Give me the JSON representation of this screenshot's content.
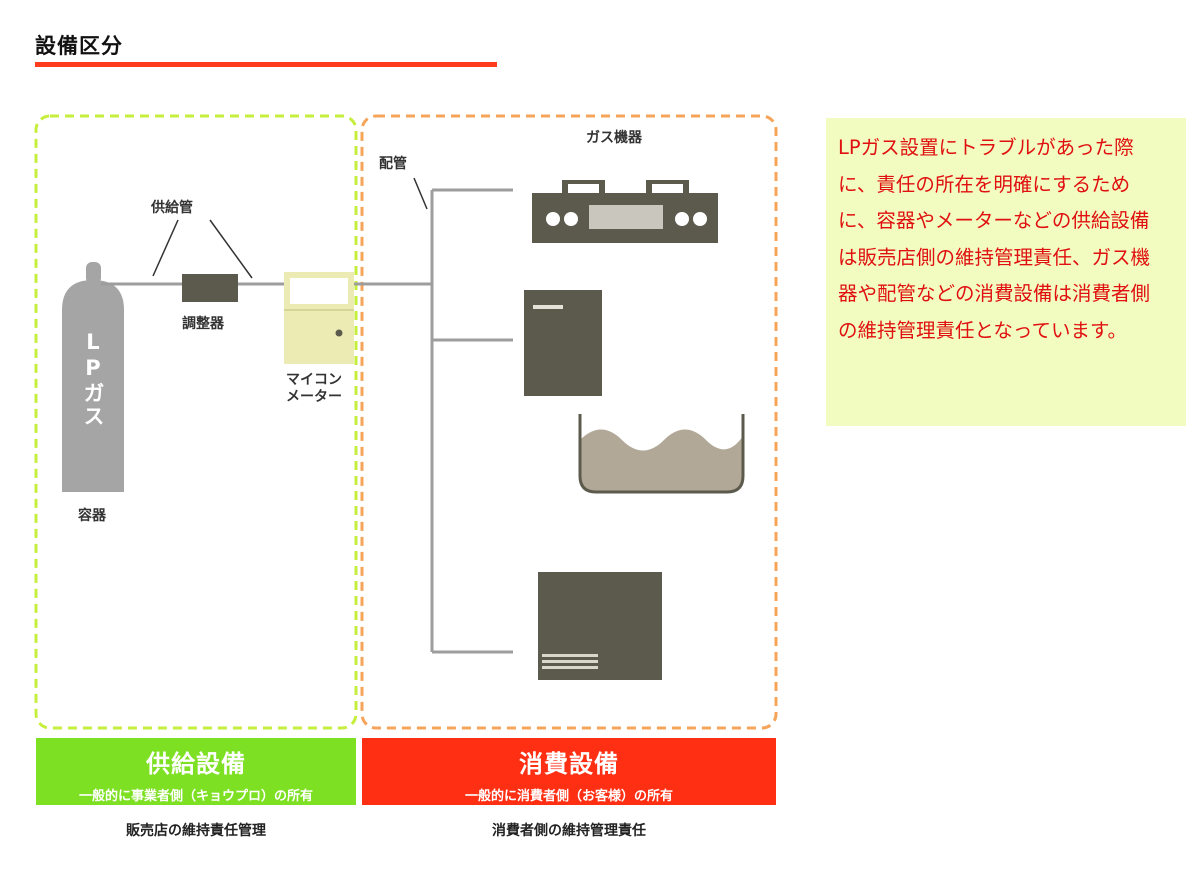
{
  "header": {
    "title": "設備区分",
    "rule_color": "#ff3c1e"
  },
  "diagram": {
    "supply_labels": {
      "supply_pipe": "供給管",
      "regulator": "調整器",
      "meter_line1": "マイコン",
      "meter_line2": "メーター",
      "cylinder_text": "LPガス",
      "container": "容器"
    },
    "consumer_labels": {
      "piping": "配管",
      "gas_appliances": "ガス機器"
    },
    "supply_band": {
      "title": "供給設備",
      "subtitle": "一般的に事業者側（キョウプロ）の所有",
      "caption": "販売店の維持責任管理",
      "color": "#7ee023"
    },
    "consumer_band": {
      "title": "消費設備",
      "subtitle": "一般的に消費者側（お客様）の所有",
      "caption": "消費者側の維持管理責任",
      "color": "#ff2f14"
    },
    "colors": {
      "supply_border": "#c6ee3c",
      "consumer_border": "#f5a45a",
      "appliance": "#5c5a4c",
      "pipe": "#9d9d9d",
      "meter": "#ecebb4",
      "cylinder": "#a5a5a5",
      "bath_water": "#b2a898"
    }
  },
  "note": {
    "text": "LPガス設置にトラブルがあった際に、責任の所在を明確にするために、容器やメーターなどの供給設備は販売店側の維持管理責任、ガス機器や配管などの消費設備は消費者側の維持管理責任となっています。",
    "text_color": "#e01010",
    "background": "#f2fcc0"
  }
}
